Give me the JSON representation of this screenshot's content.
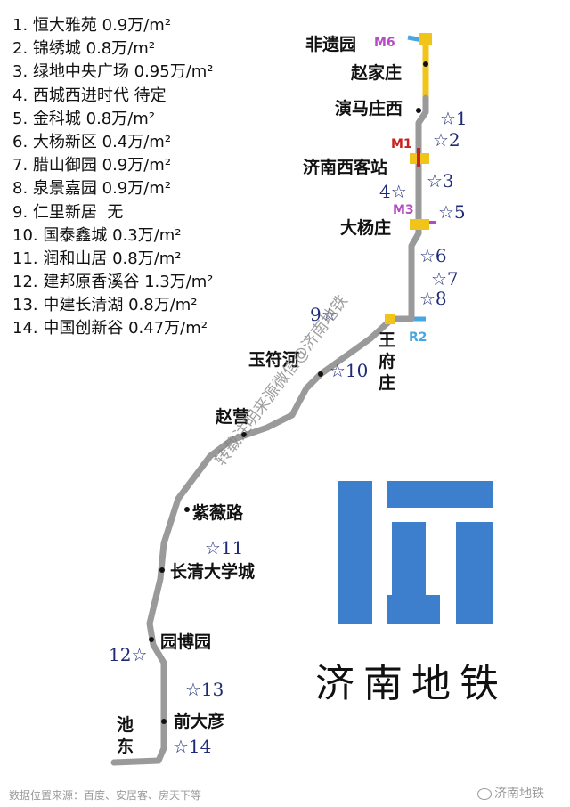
{
  "legend": [
    "1. 恒大雅苑 0.9万/m²",
    "2. 锦绣城 0.8万/m²",
    "3. 绿地中央广场 0.95万/m²",
    "4. 西城西进时代 待定",
    "5. 金科城 0.8万/m²",
    "6. 大杨新区 0.4万/m²",
    "7. 腊山御园 0.9万/m²",
    "8. 泉景嘉园 0.9万/m²",
    "9. 仁里新居  无",
    "10. 国泰鑫城 0.3万/m²",
    "11. 润和山居 0.8万/m²",
    "12. 建邦原香溪谷 1.3万/m²",
    "13. 中建长清湖 0.8万/m²",
    "14. 中国创新谷 0.47万/m²"
  ],
  "stations": {
    "feiyiyuan": "非遗园",
    "zhaojiazhuang": "赵家庄",
    "yanmazhuangxi": "演马庄西",
    "jinanxikezhan": "济南西客站",
    "dayangzhuang": "大杨庄",
    "wangfu": "王",
    "wangfu_fu": "府",
    "wangfu_zhuang": "庄",
    "yufuhe": "玉符河",
    "zhaoying": "赵营",
    "ziweilu": "紫薇路",
    "changqingdaxuecheng": "长清大学城",
    "yuanboyuan": "园博园",
    "qiandayan": "前大彦",
    "chi": "池",
    "dong": "东"
  },
  "stars": [
    "☆1",
    "☆2",
    "☆3",
    "4☆",
    "☆5",
    "☆6",
    "☆7",
    "☆8",
    "9☆",
    "☆10",
    "☆11",
    "12☆",
    "☆13",
    "☆14"
  ],
  "line_tags": {
    "m6": "M6",
    "m1": "M1",
    "m3": "M3",
    "r2": "R2"
  },
  "colors": {
    "main_line": "#9a9a9a",
    "m6": "#f0c419",
    "m1": "#cc1f1f",
    "m3": "#b44cc4",
    "r2": "#47a7e0",
    "logo": "#3d7ecd"
  },
  "logo": {
    "text": "济南地铁"
  },
  "watermark": "转载注明来源微信@济南地铁",
  "source_note": "数据位置来源：百度、安居客、房天下等",
  "account": "济南地铁"
}
